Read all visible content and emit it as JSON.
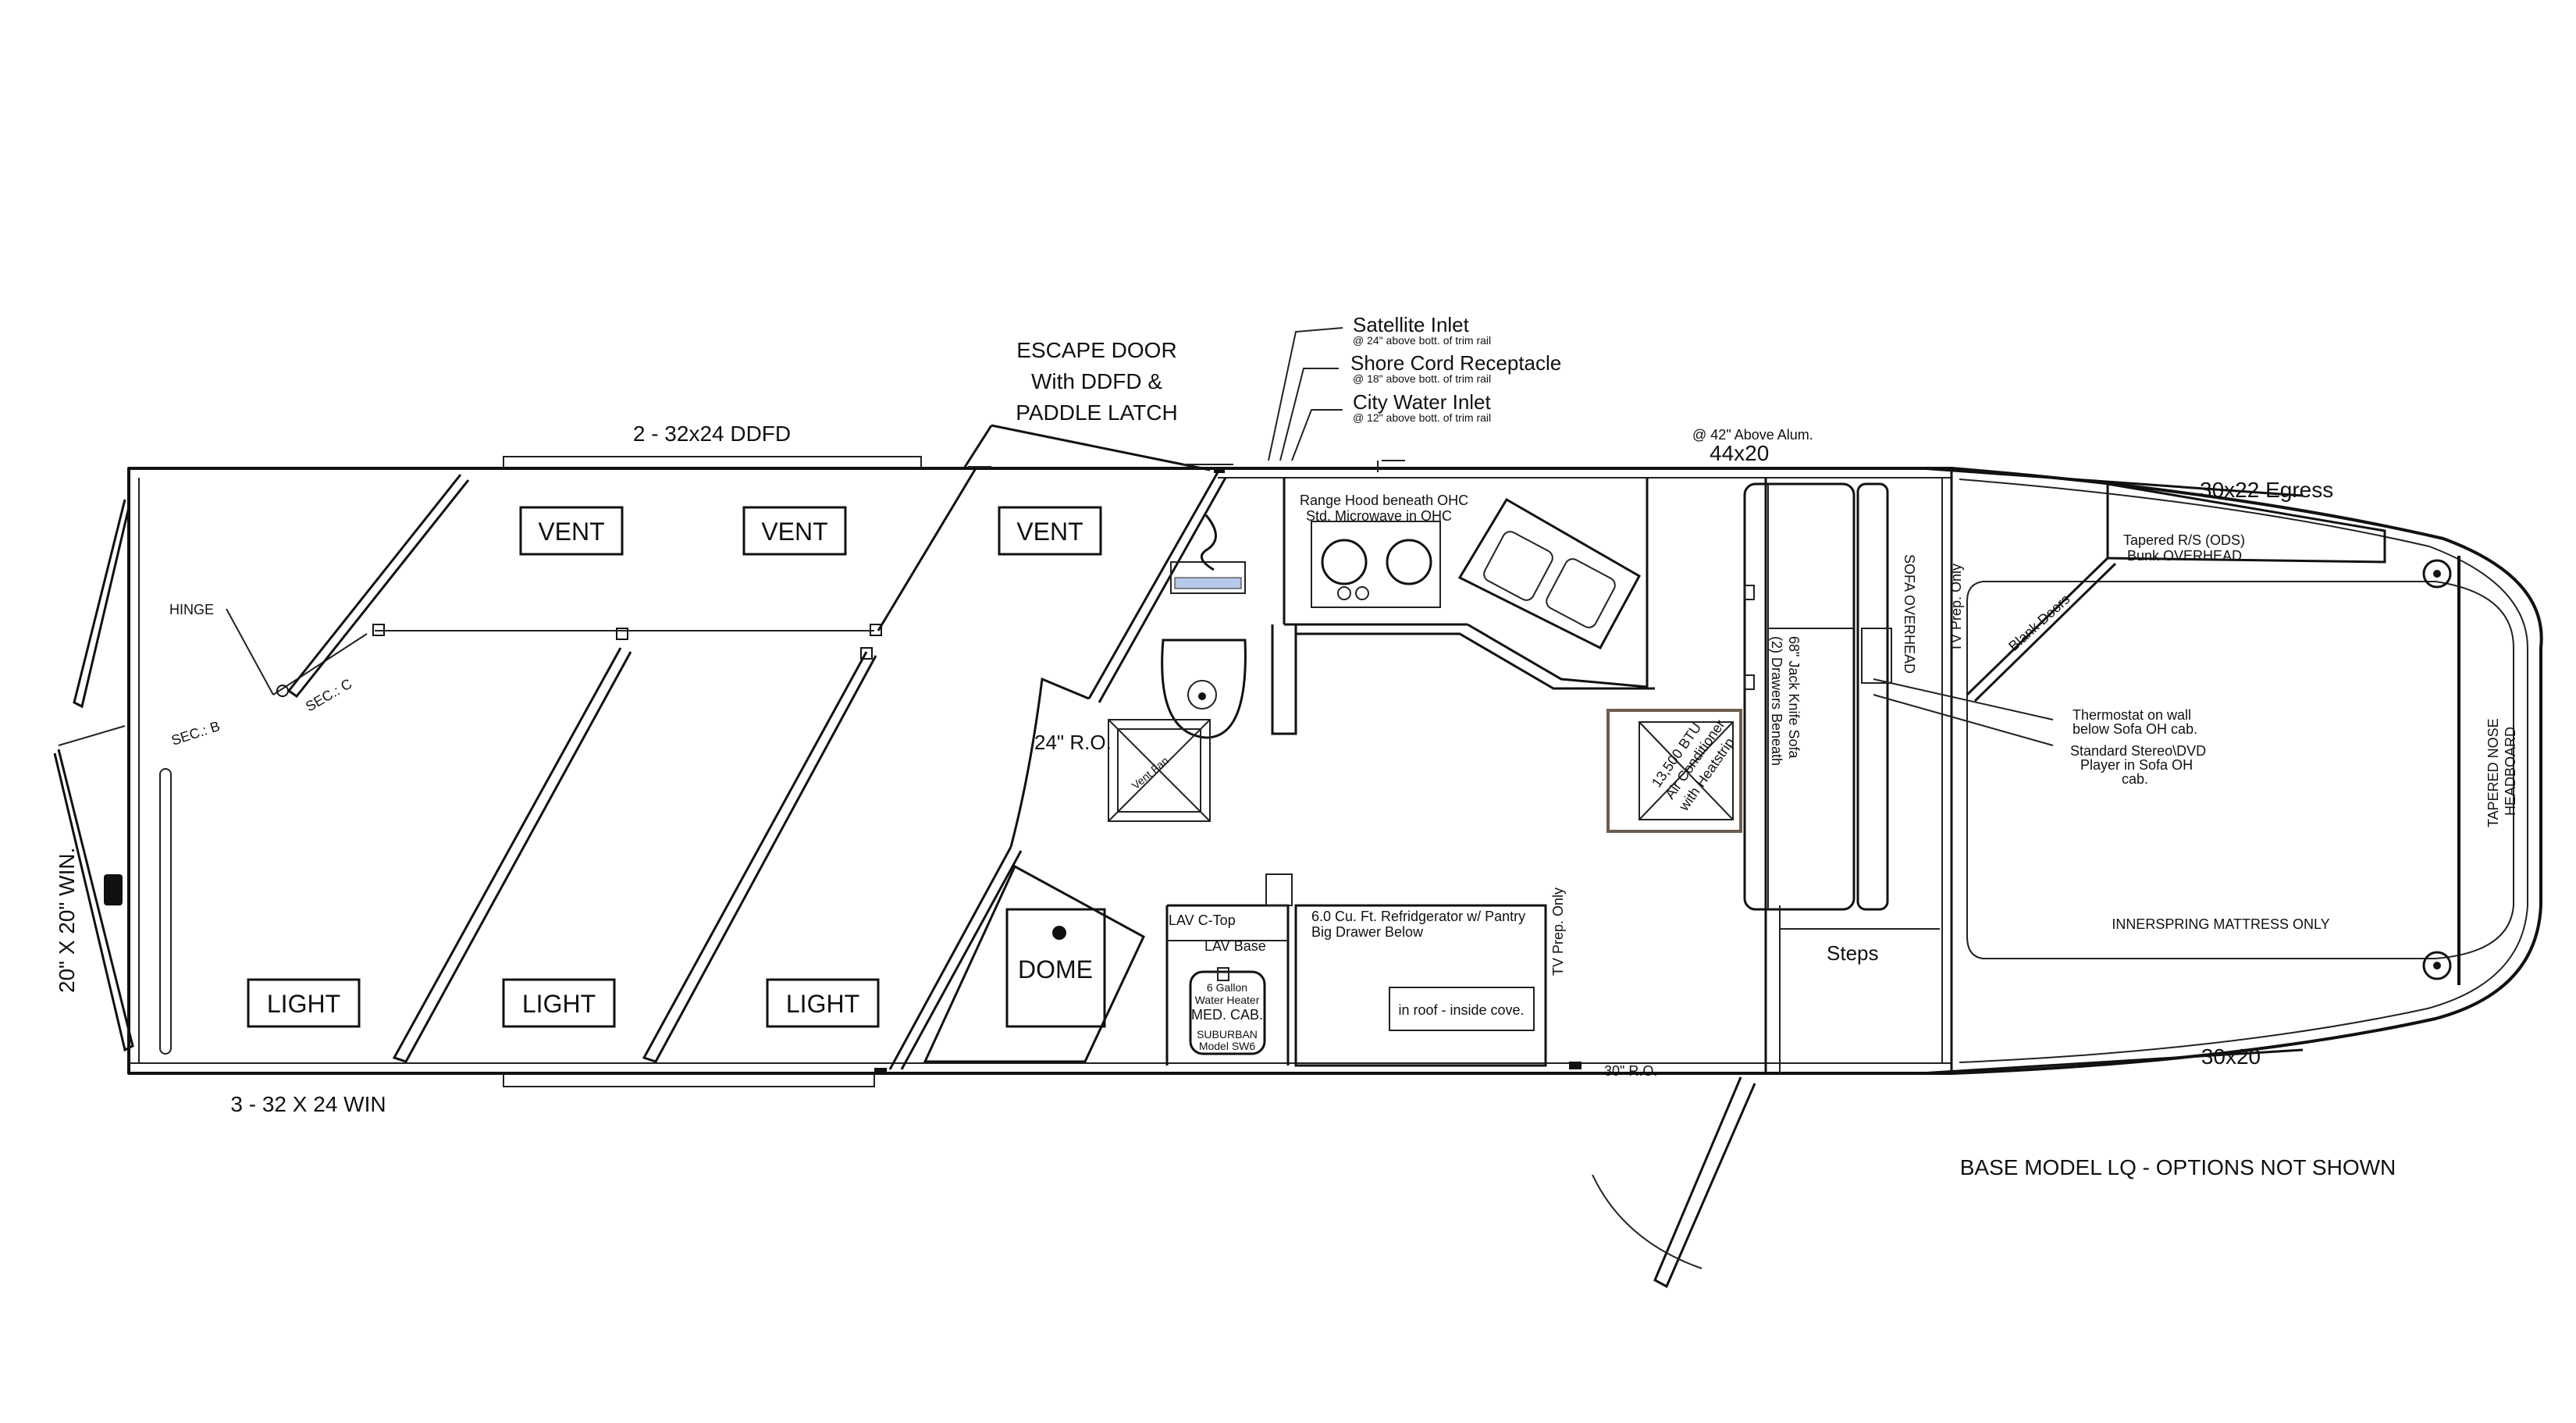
{
  "labels": {
    "escape_door_1": "ESCAPE DOOR",
    "escape_door_2": "With DDFD &",
    "escape_door_3": "PADDLE LATCH",
    "ddfd_windows": "2 - 32x24 DDFD",
    "satellite_inlet": "Satellite Inlet",
    "satellite_inlet_note": "@ 24\" above bott. of trim rail",
    "shore_cord": "Shore Cord Receptacle",
    "shore_cord_note": "@ 18\" above bott. of trim rail",
    "city_water": "City Water Inlet",
    "city_water_note": "@ 12\" above bott. of trim rail",
    "alum_note": "@ 42\" Above Alum.",
    "window_44x20": "44x20",
    "egress_window": "30x22 Egress",
    "vent_1": "VENT",
    "vent_2": "VENT",
    "vent_3": "VENT",
    "light_1": "LIGHT",
    "light_2": "LIGHT",
    "light_3": "LIGHT",
    "dome": "DOME",
    "hinge": "HINGE",
    "sec_b": "SEC.: B",
    "sec_c": "SEC.: C",
    "rear_window": "20\" X 20\" WIN.",
    "side_windows": "3 - 32 X 24 WIN",
    "ro_24": "24\" R.O.",
    "ro_30": "30\" R.O.",
    "vent_fan": "Vent Fan",
    "range_hood_1": "Range Hood beneath OHC",
    "range_hood_2": "Std. Microwave in OHC",
    "lav_ctop": "LAV C-Top",
    "lav_base": "LAV Base",
    "water_heater_1": "6 Gallon",
    "water_heater_2": "Water Heater",
    "med_cab": "MED. CAB.",
    "suburban_1": "SUBURBAN",
    "suburban_2": "Model SW6",
    "refrigerator_1": "6.0 Cu. Ft. Refridgerator w/ Pantry",
    "refrigerator_2": "Big Drawer Below",
    "in_roof": "in roof - inside cove.",
    "tv_prep_1": "TV Prep. Only",
    "tv_prep_2": "TV Prep. Only",
    "ac_1": "13,500 BTU",
    "ac_2": "Air Conditioner",
    "ac_3": "with Heatstrip",
    "sofa_1": "68\" Jack Knife Sofa",
    "sofa_2": "(2) Drawers Beneath",
    "sofa_overhead": "SOFA OVERHEAD",
    "steps": "Steps",
    "bunk_1": "Tapered R/S (ODS)",
    "bunk_2": "Bunk OVERHEAD",
    "blank_doors": "Blank Doors",
    "thermostat_1": "Thermostat on wall",
    "thermostat_2": "below Sofa OH cab.",
    "stereo_1": "Standard Stereo\\DVD",
    "stereo_2": "Player in Sofa OH",
    "stereo_3": "cab.",
    "headboard_1": "TAPERED NOSE",
    "headboard_2": "HEADBOARD",
    "mattress": "INNERSPRING MATTRESS ONLY",
    "window_30x20": "30x20",
    "base_model": "BASE MODEL LQ - OPTIONS NOT SHOWN"
  }
}
